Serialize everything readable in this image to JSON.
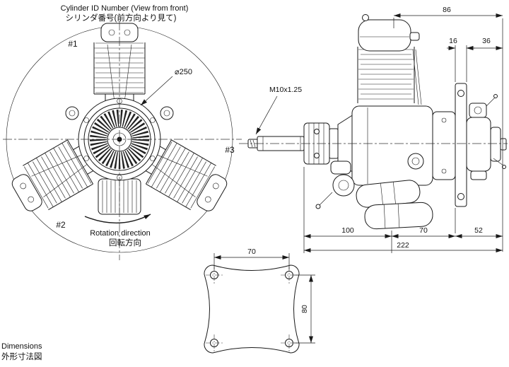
{
  "front_view": {
    "title_en": "Cylinder ID Number (View from front)",
    "title_jp": "シリンダ番号(前方向より見て)",
    "cylinder_labels": [
      "#1",
      "#2",
      "#3"
    ],
    "diameter_label": "⌀250",
    "rotation_en": "Rotation direction",
    "rotation_jp": "回転方向"
  },
  "side_view": {
    "thread_label": "M10x1.25",
    "dim_top_width": "86",
    "dim_flange_thickness": "16",
    "dim_rear_length": "36",
    "dim_front_section": "100",
    "dim_mid_section": "70",
    "dim_rear_section": "52",
    "dim_total_length": "222"
  },
  "mount_view": {
    "dim_hole_spacing_h": "70",
    "dim_hole_spacing_v": "80"
  },
  "footer": {
    "label_en": "Dimensions",
    "label_jp": "外形寸法図"
  }
}
